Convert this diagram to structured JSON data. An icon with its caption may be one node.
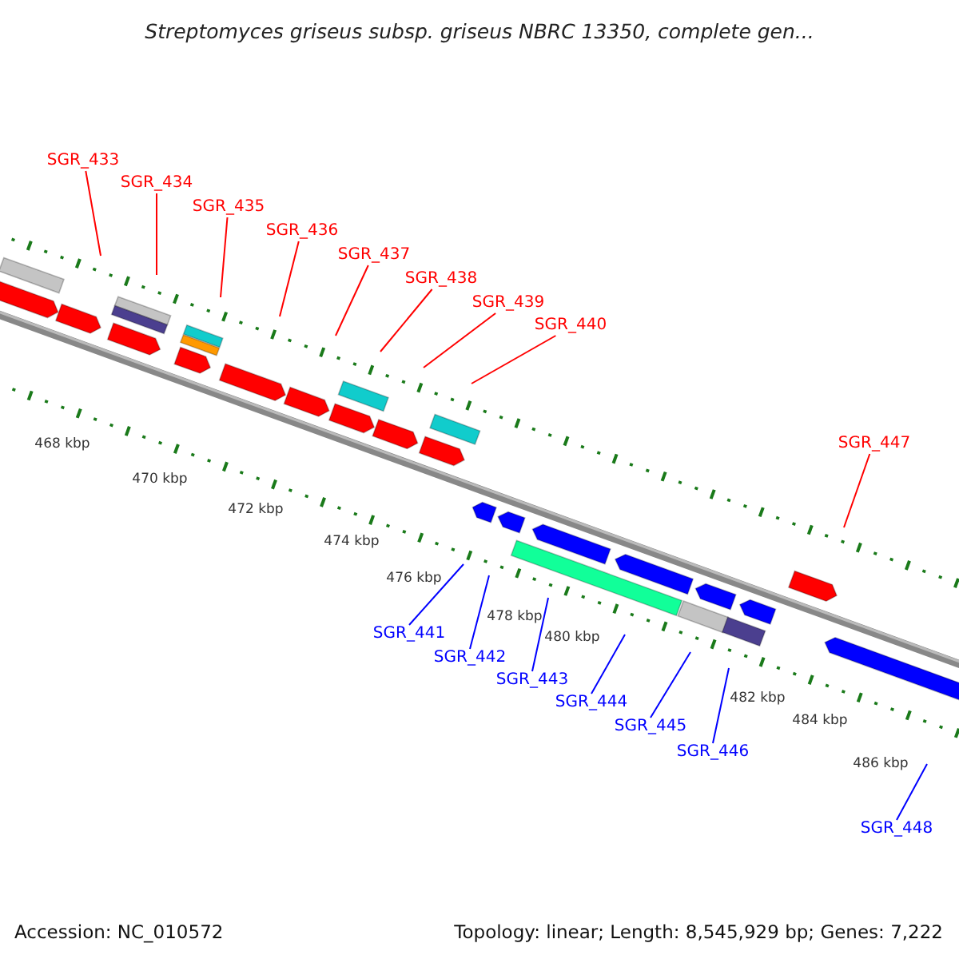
{
  "diagram": {
    "title": "Streptomyces griseus subsp. griseus NBRC 13350, complete gen...",
    "nodes": [
      {
        "text": [
          "SGR_433"
        ]
      },
      {
        "text": [
          "SGR_434"
        ]
      },
      {
        "text": [
          "SGR_435"
        ]
      },
      {
        "text": [
          "SGR_436"
        ]
      },
      {
        "text": [
          "SGR_437"
        ]
      },
      {
        "text": [
          "SGR_438"
        ]
      },
      {
        "text": [
          "SGR_439"
        ]
      },
      {
        "text": [
          "SGR_440"
        ]
      },
      {
        "text": [
          "SGR_447"
        ]
      },
      {
        "text": [
          "SGR_441"
        ]
      },
      {
        "text": [
          "SGR_442"
        ]
      },
      {
        "text": [
          "SGR_443"
        ]
      },
      {
        "text": [
          "SGR_444"
        ]
      },
      {
        "text": [
          "SGR_445"
        ]
      },
      {
        "text": [
          "SGR_446"
        ]
      },
      {
        "text": [
          "SGR_448"
        ]
      }
    ],
    "edges": [
      {
        "from": 0,
        "to": null,
        "arrow": "none",
        "color": "#ff0000"
      },
      {
        "from": 1,
        "to": null,
        "arrow": "none",
        "color": "#ff0000"
      },
      {
        "from": 2,
        "to": null,
        "arrow": "none",
        "color": "#ff0000"
      },
      {
        "from": 3,
        "to": null,
        "arrow": "none",
        "color": "#ff0000"
      },
      {
        "from": 4,
        "to": null,
        "arrow": "none",
        "color": "#ff0000"
      },
      {
        "from": 5,
        "to": null,
        "arrow": "none",
        "color": "#ff0000"
      },
      {
        "from": 6,
        "to": null,
        "arrow": "none",
        "color": "#ff0000"
      },
      {
        "from": 7,
        "to": null,
        "arrow": "none",
        "color": "#ff0000"
      },
      {
        "from": 8,
        "to": null,
        "arrow": "none",
        "color": "#ff0000"
      },
      {
        "from": 9,
        "to": null,
        "arrow": "none",
        "color": "#0000ff"
      },
      {
        "from": 10,
        "to": null,
        "arrow": "none",
        "color": "#0000ff"
      },
      {
        "from": 11,
        "to": null,
        "arrow": "none",
        "color": "#0000ff"
      },
      {
        "from": 12,
        "to": null,
        "arrow": "none",
        "color": "#0000ff"
      },
      {
        "from": 13,
        "to": null,
        "arrow": "none",
        "color": "#0000ff"
      },
      {
        "from": 14,
        "to": null,
        "arrow": "none",
        "color": "#0000ff"
      },
      {
        "from": 15,
        "to": null,
        "arrow": "none",
        "color": "#0000ff"
      }
    ],
    "labels": [
      "468 kbp",
      "470 kbp",
      "472 kbp",
      "474 kbp",
      "476 kbp",
      "478 kbp",
      "480 kbp",
      "482 kbp",
      "484 kbp",
      "486 kbp",
      "Accession: NC_010572",
      "Topology: linear; Length: 8,545,929 bp; Genes: 7,222"
    ]
  }
}
